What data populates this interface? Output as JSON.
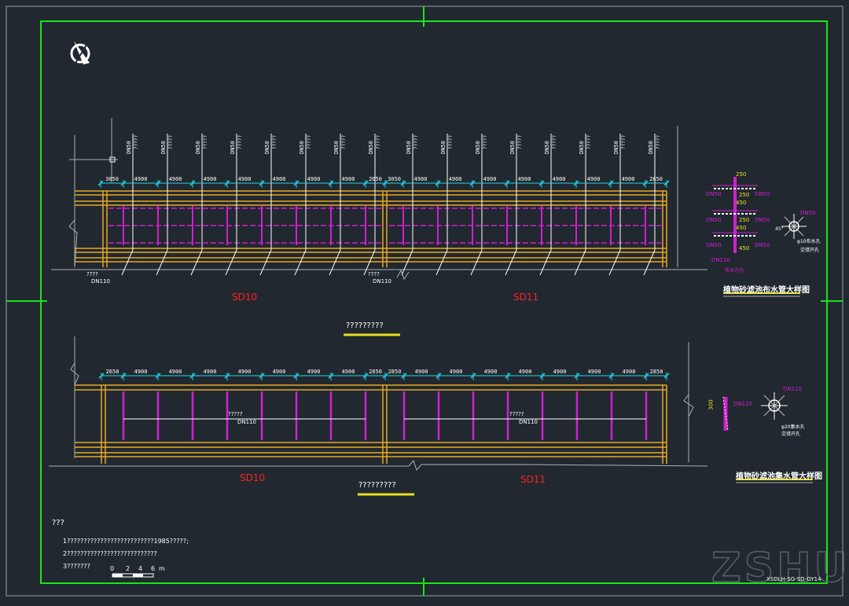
{
  "drawing": {
    "section_labels_top": [
      "SD10",
      "SD11"
    ],
    "section_labels_bottom": [
      "SD10",
      "SD11"
    ],
    "plan_title_top": "?????????",
    "plan_title_bottom": "?????????",
    "detail_title_top": "植物砂滤池布水管大样图",
    "detail_title_bottom": "植物砂滤池集水管大样图",
    "drawing_number": "XSDLH-SG-SD-GY14",
    "watermark": "ZSHU"
  },
  "top_plan": {
    "dimensions": [
      "3050",
      "4900",
      "4900",
      "4900",
      "4900",
      "4900",
      "4900",
      "4900",
      "2650",
      "3050",
      "4900",
      "4900",
      "4900",
      "4900",
      "4900",
      "4900",
      "4900",
      "2650"
    ],
    "riser_labels": [
      "DN50",
      "DN50",
      "DN50",
      "DN50",
      "DN50",
      "DN50",
      "DN50",
      "DN50",
      "DN50",
      "DN50",
      "DN50",
      "DN50",
      "DN50",
      "DN50",
      "DN50",
      "DN50"
    ],
    "inlet_note": "????",
    "inlet_pipe": "DN110"
  },
  "bottom_plan": {
    "dimensions": [
      "2650",
      "4900",
      "4900",
      "4900",
      "4900",
      "4900",
      "4900",
      "4900",
      "2850",
      "2850",
      "4900",
      "4900",
      "4900",
      "4900",
      "4900",
      "4900",
      "4900",
      "2850"
    ],
    "pipe_note": "?????",
    "pipe_label": "DN110"
  },
  "detail_top": {
    "dims": [
      "250",
      "250",
      "450",
      "250",
      "450",
      "450"
    ],
    "pipe_labels": [
      "DN50",
      "DN50",
      "DN50",
      "DN50",
      "DN50",
      "DN50",
      "DN110"
    ],
    "flow_note": "布水方向",
    "hole_note": "φ10布水孔",
    "hole_note2": "交错开孔",
    "right_label": "DN50",
    "angle": "45°"
  },
  "detail_bottom": {
    "dim": "300",
    "pipe_label": "DN110",
    "right_label": "DN110",
    "hole_note": "φ20集水孔",
    "hole_note2": "交错开孔"
  },
  "notes": {
    "heading": "???",
    "lines": [
      "1??????????????????????????1985?????;",
      "2???????????????????????????",
      "3???????"
    ],
    "scale_bar": [
      "0",
      "2",
      "4",
      "6",
      "m"
    ]
  }
}
